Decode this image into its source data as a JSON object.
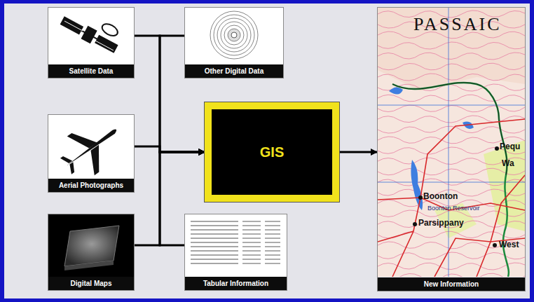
{
  "diagram": {
    "nodes": [
      {
        "text": [
          "Satellite Data"
        ]
      },
      {
        "text": [
          "Other Digital Data"
        ]
      },
      {
        "text": [
          "Aerial Photographs"
        ]
      },
      {
        "text": [
          "GIS"
        ]
      },
      {
        "text": [
          "New Information"
        ]
      },
      {
        "text": [
          "Digital Maps"
        ]
      },
      {
        "text": [
          "Tabular Information"
        ]
      }
    ],
    "edges": [
      {
        "from": 0,
        "to": 3,
        "arrow": "to"
      },
      {
        "from": 1,
        "to": 3,
        "arrow": "to"
      },
      {
        "from": 2,
        "to": 3,
        "arrow": "to"
      },
      {
        "from": 5,
        "to": 3,
        "arrow": "to"
      },
      {
        "from": 6,
        "to": 3,
        "arrow": "to"
      },
      {
        "from": 3,
        "to": 4,
        "arrow": "to"
      }
    ],
    "labels": [
      "PASSAIC",
      "Pequ",
      "Wa",
      "Boonton",
      "Boonton Reservoir",
      "Parsippany",
      "West"
    ]
  }
}
